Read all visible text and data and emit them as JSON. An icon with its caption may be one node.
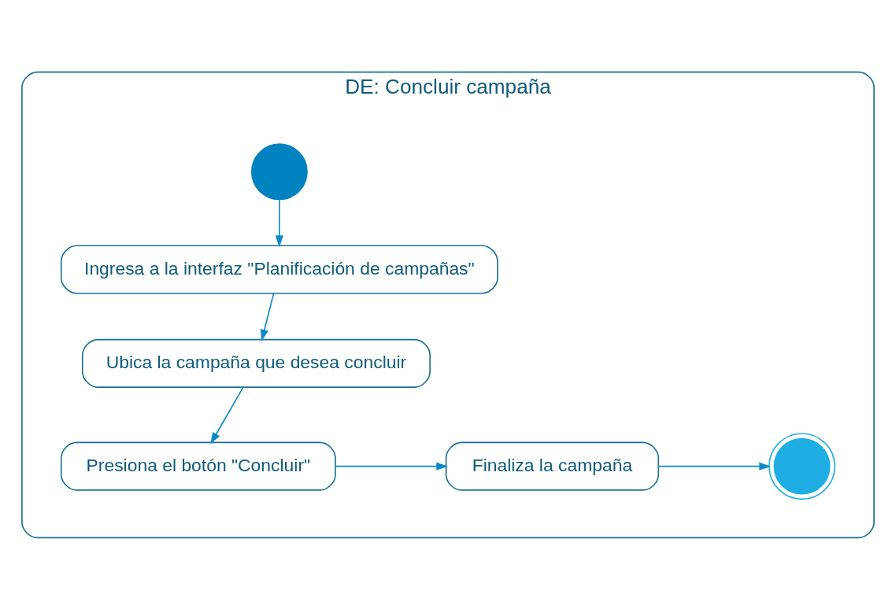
{
  "diagram": {
    "nodes": [
      {
        "text": [
          "DE: Concluir campaña"
        ]
      },
      {
        "text": [],
        "shape": "circle",
        "in": 0
      },
      {
        "text": [
          "Ingresa a la interfaz \"Planificación de campañas\""
        ],
        "in": 0
      },
      {
        "text": [
          "Ubica la campaña que desea concluir"
        ],
        "in": 0
      },
      {
        "text": [
          "Presiona el botón \"Concluir\""
        ],
        "in": 0
      },
      {
        "text": [
          "Finaliza la campaña"
        ],
        "in": 0
      },
      {
        "text": [],
        "shape": "circle",
        "in": 0
      }
    ],
    "edges": [
      {
        "from": 1,
        "to": 2,
        "arrow": "to"
      },
      {
        "from": 2,
        "to": 3,
        "arrow": "to"
      },
      {
        "from": 3,
        "to": 4,
        "arrow": "to"
      },
      {
        "from": 4,
        "to": 5,
        "arrow": "to"
      },
      {
        "from": 5,
        "to": 6,
        "arrow": "to"
      }
    ]
  }
}
